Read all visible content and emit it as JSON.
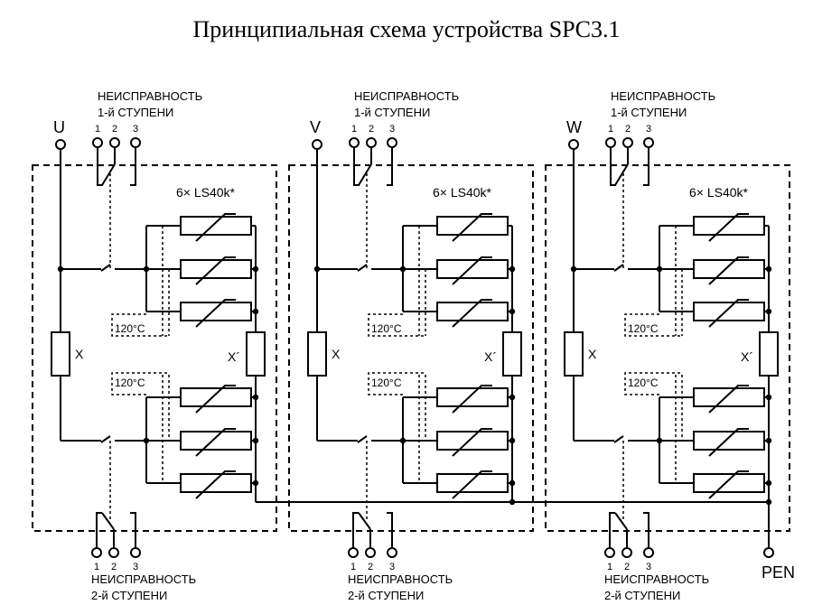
{
  "title": "Принципиальная схема устройства SPC3.1",
  "modules": [
    {
      "phase": "U",
      "fault1": [
        "НЕИСПРАВНОСТЬ",
        "1-й СТУПЕНИ"
      ],
      "fault2": [
        "НЕИСПРАВНОСТЬ",
        "2-й СТУПЕНИ"
      ],
      "pins": [
        "1",
        "2",
        "3"
      ],
      "varistors": "6× LS40k*",
      "temp_upper": "120°C",
      "temp_lower": "120°C",
      "x_label": "X",
      "x2_label": "X´"
    },
    {
      "phase": "V",
      "fault1": [
        "НЕИСПРАВНОСТЬ",
        "1-й СТУПЕНИ"
      ],
      "fault2": [
        "НЕИСПРАВНОСТЬ",
        "2-й СТУПЕНИ"
      ],
      "pins": [
        "1",
        "2",
        "3"
      ],
      "varistors": "6× LS40k*",
      "temp_upper": "120°C",
      "temp_lower": "120°C",
      "x_label": "X",
      "x2_label": "X´"
    },
    {
      "phase": "W",
      "fault1": [
        "НЕИСПРАВНОСТЬ",
        "1-й СТУПЕНИ"
      ],
      "fault2": [
        "НЕИСПРАВНОСТЬ",
        "2-й СТУПЕНИ"
      ],
      "pins": [
        "1",
        "2",
        "3"
      ],
      "varistors": "6× LS40k*",
      "temp_upper": "120°C",
      "temp_lower": "120°C",
      "x_label": "X",
      "x2_label": "X´"
    }
  ],
  "pen_label": "PEN"
}
